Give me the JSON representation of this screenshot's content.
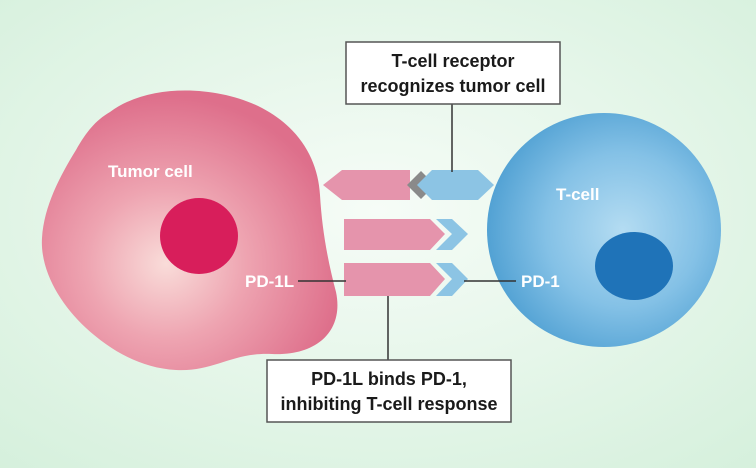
{
  "colors": {
    "background_center": "#f4fbf5",
    "background_edge": "#d7f1de",
    "tumor_cell": "#e0738f",
    "tumor_cell_light": "#f7d3d3",
    "tumor_nucleus": "#d81e5b",
    "tcell": "#5aa9d6",
    "tcell_light": "#a6d5ee",
    "tcell_nucleus": "#1f73b8",
    "pink_arrow": "#e594ac",
    "blue_chevron": "#8cc4e4",
    "connector_diamond": "#8a8a8a",
    "label_box_border": "#555555",
    "leader_line": "#333333"
  },
  "cells": {
    "tumor_label": "Tumor cell",
    "tcell_label": "T-cell"
  },
  "molecules": {
    "pd1l_label": "PD-1L",
    "pd1_label": "PD-1"
  },
  "callouts": {
    "top": {
      "line1": "T-cell receptor",
      "line2": "recognizes tumor cell"
    },
    "bottom": {
      "line1": "PD-1L binds PD-1,",
      "line2": "inhibiting T-cell response"
    }
  }
}
